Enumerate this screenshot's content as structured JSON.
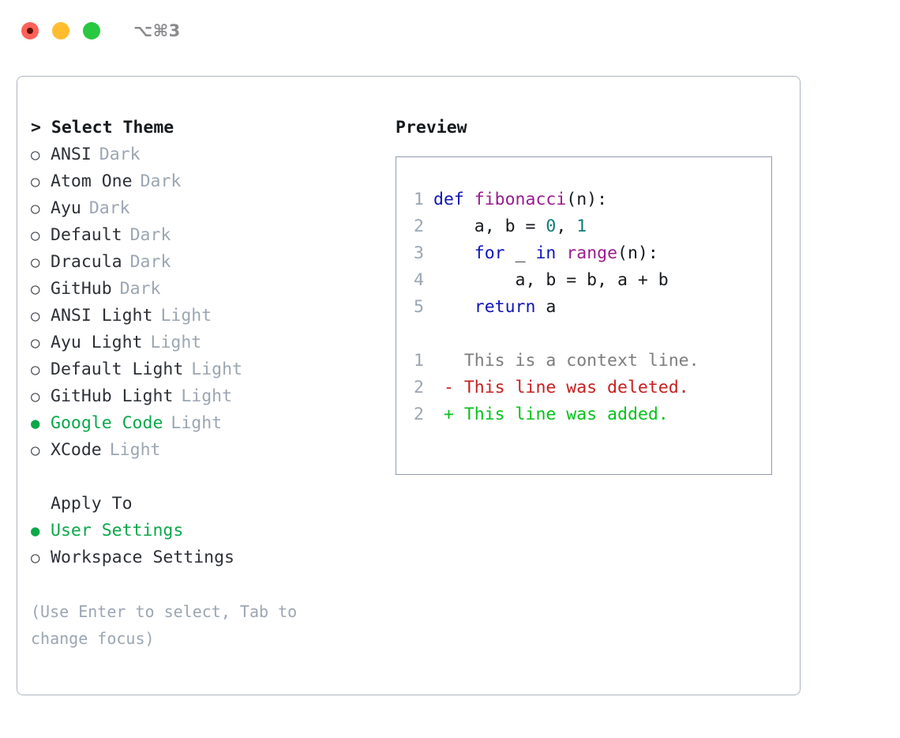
{
  "window": {
    "title": "⌥⌘3",
    "buttons": [
      {
        "name": "close",
        "color": "#ff6058"
      },
      {
        "name": "minimize",
        "color": "#ffbd2e"
      },
      {
        "name": "maximize",
        "color": "#28c840"
      }
    ]
  },
  "theme_picker": {
    "heading": "> Select Theme",
    "marker_off": "○",
    "marker_on": "●",
    "options": [
      {
        "label": "ANSI",
        "tag": "Dark",
        "selected": false
      },
      {
        "label": "Atom One",
        "tag": "Dark",
        "selected": false
      },
      {
        "label": "Ayu",
        "tag": "Dark",
        "selected": false
      },
      {
        "label": "Default",
        "tag": "Dark",
        "selected": false
      },
      {
        "label": "Dracula",
        "tag": "Dark",
        "selected": false
      },
      {
        "label": "GitHub",
        "tag": "Dark",
        "selected": false
      },
      {
        "label": "ANSI Light",
        "tag": "Light",
        "selected": false
      },
      {
        "label": "Ayu Light",
        "tag": "Light",
        "selected": false
      },
      {
        "label": "Default Light",
        "tag": "Light",
        "selected": false
      },
      {
        "label": "GitHub Light",
        "tag": "Light",
        "selected": false
      },
      {
        "label": "Google Code",
        "tag": "Light",
        "selected": true
      },
      {
        "label": "XCode",
        "tag": "Light",
        "selected": false
      }
    ]
  },
  "apply_to": {
    "heading": "Apply To",
    "options": [
      {
        "label": "User Settings",
        "selected": true
      },
      {
        "label": "Workspace Settings",
        "selected": false
      }
    ]
  },
  "hint": "(Use Enter to select, Tab to change focus)",
  "preview": {
    "title": "Preview",
    "code_lines": [
      {
        "num": "1",
        "tokens": [
          {
            "t": "def ",
            "c": "kw"
          },
          {
            "t": "fibonacci",
            "c": "fn"
          },
          {
            "t": "(n):",
            "c": "plain"
          }
        ]
      },
      {
        "num": "2",
        "tokens": [
          {
            "t": "    a, b = ",
            "c": "plain"
          },
          {
            "t": "0",
            "c": "num"
          },
          {
            "t": ", ",
            "c": "plain"
          },
          {
            "t": "1",
            "c": "num"
          }
        ]
      },
      {
        "num": "3",
        "tokens": [
          {
            "t": "    ",
            "c": "plain"
          },
          {
            "t": "for",
            "c": "kw"
          },
          {
            "t": " _ ",
            "c": "plain"
          },
          {
            "t": "in",
            "c": "kw"
          },
          {
            "t": " ",
            "c": "plain"
          },
          {
            "t": "range",
            "c": "fn"
          },
          {
            "t": "(n):",
            "c": "plain"
          }
        ]
      },
      {
        "num": "4",
        "tokens": [
          {
            "t": "        a, b = b, a + b",
            "c": "plain"
          }
        ]
      },
      {
        "num": "5",
        "tokens": [
          {
            "t": "    ",
            "c": "plain"
          },
          {
            "t": "return",
            "c": "kw"
          },
          {
            "t": " a",
            "c": "plain"
          }
        ]
      }
    ],
    "diff_lines": [
      {
        "num": "1",
        "marker": " ",
        "text": "This is a context line.",
        "kind": "ctx"
      },
      {
        "num": "2",
        "marker": "-",
        "text": "This line was deleted.",
        "kind": "del"
      },
      {
        "num": "2",
        "marker": "+",
        "text": "This line was added.",
        "kind": "add"
      }
    ]
  },
  "colors": {
    "accent_green": "#0aa84a",
    "muted": "#9ba6b3",
    "keyword": "#1016b8",
    "function": "#9c1b8e",
    "number": "#0f7b7b",
    "diff_context": "#7d7d7d",
    "diff_delete": "#c62020",
    "diff_add": "#05c21a"
  }
}
